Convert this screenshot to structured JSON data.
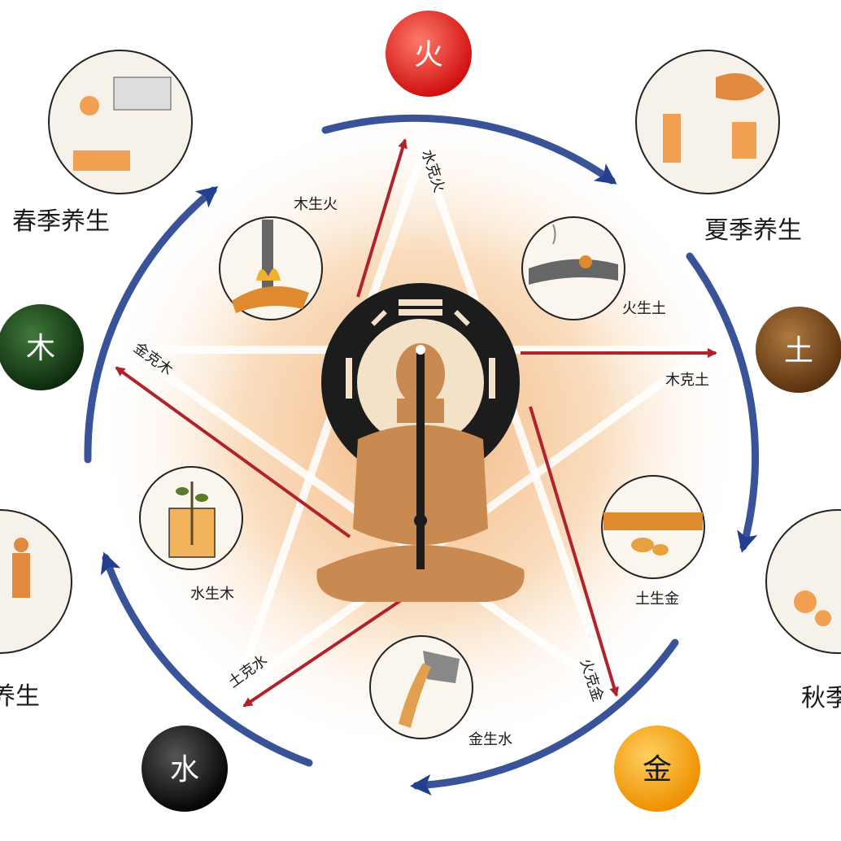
{
  "elements": {
    "fire": {
      "char": "火",
      "color": "#e2231a"
    },
    "earth": {
      "char": "土",
      "color": "#7a4a1c"
    },
    "metal": {
      "char": "金",
      "color": "#f2a20c"
    },
    "water": {
      "char": "水",
      "color": "#111111"
    },
    "wood": {
      "char": "木",
      "color": "#1f4d1f"
    }
  },
  "seasons": {
    "spring": "春季养生",
    "summer": "夏季养生",
    "autumn": "秋季养生",
    "winter": "冬季养生"
  },
  "generating": {
    "wood_fire": "木生火",
    "fire_earth": "火生土",
    "earth_metal": "土生金",
    "metal_water": "金生水",
    "water_wood": "水生木"
  },
  "controlling": {
    "water_fire": "水克火",
    "wood_earth": "木克土",
    "fire_metal": "火克金",
    "earth_water": "土克水",
    "metal_wood": "金克木"
  },
  "colors": {
    "cycle_arrow": "#23408e",
    "control_arrow": "#b0222c",
    "glow": "#f6c58e",
    "figure_skin": "#c98a52",
    "halo": "#1c1c1c"
  },
  "icons": {
    "center": "meditating-figure-with-bagua",
    "vignettes": [
      "wood-burning",
      "ash-on-ground",
      "ore-in-soil",
      "molten-metal-pour",
      "plant-in-water-glass"
    ]
  }
}
